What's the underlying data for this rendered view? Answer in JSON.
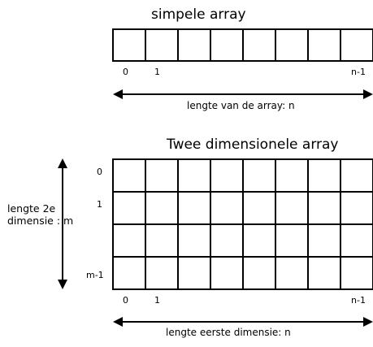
{
  "simple_array": {
    "title": "simpele array",
    "index_first": "0",
    "index_second": "1",
    "index_last": "n-1",
    "length_label": "lengte van de array: n",
    "cells": 8
  },
  "two_dim_array": {
    "title": "Twee dimensionele array",
    "row_index_first": "0",
    "row_index_second": "1",
    "row_index_last": "m-1",
    "col_index_first": "0",
    "col_index_second": "1",
    "col_index_last": "n-1",
    "length_first_label": "lengte eerste dimensie: n",
    "length_second_label": "lengte 2e\ndimensie : m",
    "columns": 8,
    "rows": 4
  }
}
